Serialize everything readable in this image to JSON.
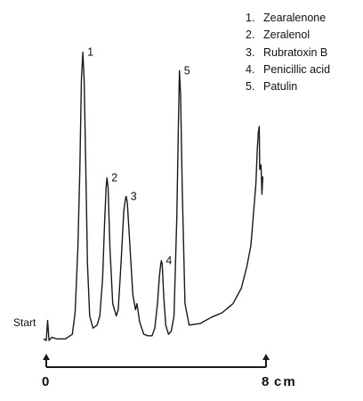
{
  "chart_data": {
    "type": "line",
    "title": "",
    "xlabel": "",
    "ylabel": "",
    "x_unit": "cm",
    "xlim": [
      0,
      8
    ],
    "start_label": "Start",
    "axis_ticks": [
      {
        "value": 0,
        "label": "0"
      },
      {
        "value": 8,
        "label": "8"
      }
    ],
    "unit_label": "cm",
    "legend": [
      {
        "number": "1.",
        "name": "Zearalenone"
      },
      {
        "number": "2.",
        "name": "Zeralenol"
      },
      {
        "number": "3.",
        "name": "Rubratoxin B"
      },
      {
        "number": "4.",
        "name": "Penicillic acid"
      },
      {
        "number": "5.",
        "name": "Patulin"
      }
    ],
    "peaks": [
      {
        "label": "1",
        "compound": "Zearalenone",
        "position_cm": 1.33,
        "relative_height": 0.94
      },
      {
        "label": "2",
        "compound": "Zeralenol",
        "position_cm": 2.21,
        "relative_height": 0.53
      },
      {
        "label": "3",
        "compound": "Rubratoxin B",
        "position_cm": 2.91,
        "relative_height": 0.47
      },
      {
        "label": "4",
        "compound": "Penicillic acid",
        "position_cm": 4.19,
        "relative_height": 0.26
      },
      {
        "label": "5",
        "compound": "Patulin",
        "position_cm": 4.85,
        "relative_height": 0.88
      }
    ],
    "trace": {
      "x": [
        -0.1,
        0.0,
        0.05,
        0.1,
        0.15,
        0.2,
        0.4,
        0.7,
        0.95,
        1.05,
        1.15,
        1.22,
        1.28,
        1.33,
        1.38,
        1.44,
        1.5,
        1.58,
        1.7,
        1.85,
        1.95,
        2.05,
        2.12,
        2.18,
        2.21,
        2.25,
        2.32,
        2.42,
        2.55,
        2.62,
        2.72,
        2.82,
        2.88,
        2.91,
        2.95,
        3.05,
        3.15,
        3.25,
        3.3,
        3.4,
        3.55,
        3.7,
        3.85,
        3.95,
        4.05,
        4.12,
        4.17,
        4.19,
        4.22,
        4.28,
        4.35,
        4.45,
        4.55,
        4.65,
        4.75,
        4.81,
        4.85,
        4.89,
        4.95,
        5.05,
        5.2,
        5.6,
        6.0,
        6.4,
        6.8,
        7.1,
        7.3,
        7.45,
        7.55,
        7.63,
        7.68,
        7.72
      ],
      "y": [
        0.005,
        0.0,
        0.065,
        0.0,
        0.005,
        0.01,
        0.005,
        0.005,
        0.02,
        0.09,
        0.3,
        0.55,
        0.85,
        0.94,
        0.85,
        0.55,
        0.25,
        0.08,
        0.04,
        0.05,
        0.08,
        0.2,
        0.38,
        0.5,
        0.53,
        0.5,
        0.3,
        0.12,
        0.08,
        0.1,
        0.25,
        0.42,
        0.46,
        0.47,
        0.45,
        0.3,
        0.15,
        0.1,
        0.12,
        0.06,
        0.02,
        0.015,
        0.015,
        0.04,
        0.12,
        0.21,
        0.25,
        0.26,
        0.25,
        0.14,
        0.05,
        0.02,
        0.03,
        0.08,
        0.4,
        0.7,
        0.88,
        0.8,
        0.5,
        0.12,
        0.05,
        0.055,
        0.075,
        0.09,
        0.12,
        0.17,
        0.24,
        0.31,
        0.42,
        0.51,
        0.62,
        0.68
      ]
    }
  }
}
